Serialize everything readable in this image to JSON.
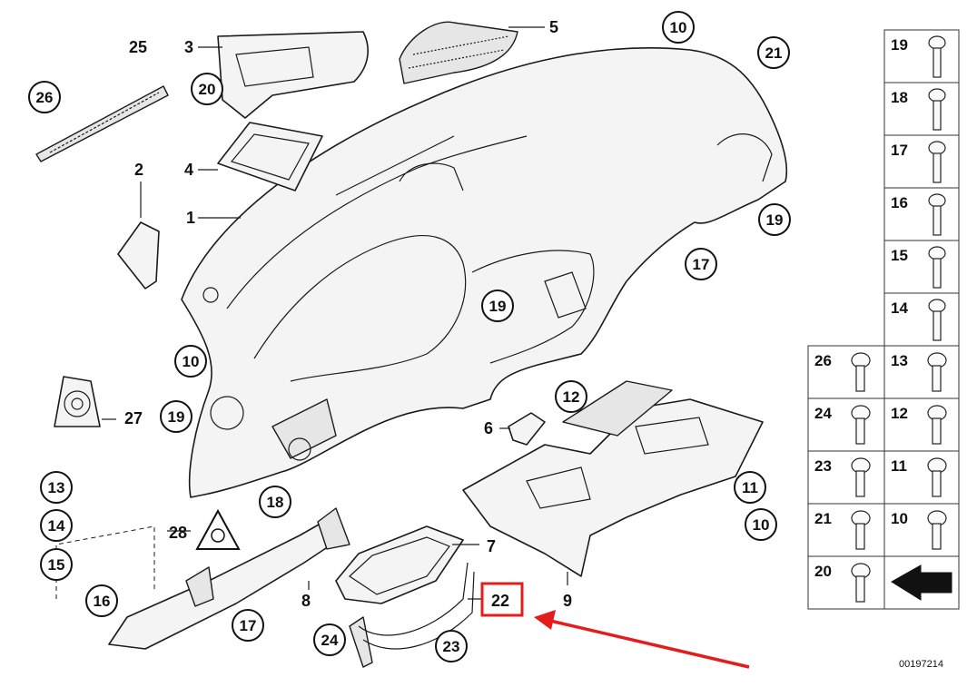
{
  "diagram": {
    "reference_number": "00197214",
    "highlight_color": "#e51c1c",
    "callouts": [
      {
        "id": "c1",
        "text": "1",
        "circled": false
      },
      {
        "id": "c2",
        "text": "2",
        "circled": false
      },
      {
        "id": "c3",
        "text": "3",
        "circled": false
      },
      {
        "id": "c4",
        "text": "4",
        "circled": false
      },
      {
        "id": "c5",
        "text": "5",
        "circled": false
      },
      {
        "id": "c6",
        "text": "6",
        "circled": false
      },
      {
        "id": "c7",
        "text": "7",
        "circled": false
      },
      {
        "id": "c8",
        "text": "8",
        "circled": false
      },
      {
        "id": "c9",
        "text": "9",
        "circled": false
      },
      {
        "id": "c22",
        "text": "22",
        "circled": false
      },
      {
        "id": "c25",
        "text": "25",
        "circled": false
      },
      {
        "id": "c27",
        "text": "27",
        "circled": false
      },
      {
        "id": "c28",
        "text": "28",
        "circled": false
      },
      {
        "id": "c10a",
        "text": "10",
        "circled": true
      },
      {
        "id": "c21",
        "text": "21",
        "circled": true
      },
      {
        "id": "c26",
        "text": "26",
        "circled": true
      },
      {
        "id": "c20",
        "text": "20",
        "circled": true
      },
      {
        "id": "c19a",
        "text": "19",
        "circled": true
      },
      {
        "id": "c17a",
        "text": "17",
        "circled": true
      },
      {
        "id": "c19b",
        "text": "19",
        "circled": true
      },
      {
        "id": "c10b",
        "text": "10",
        "circled": true
      },
      {
        "id": "c19c",
        "text": "19",
        "circled": true
      },
      {
        "id": "c12",
        "text": "12",
        "circled": true
      },
      {
        "id": "c13",
        "text": "13",
        "circled": true
      },
      {
        "id": "c14",
        "text": "14",
        "circled": true
      },
      {
        "id": "c15",
        "text": "15",
        "circled": true
      },
      {
        "id": "c18",
        "text": "18",
        "circled": true
      },
      {
        "id": "c11",
        "text": "11",
        "circled": true
      },
      {
        "id": "c10c",
        "text": "10",
        "circled": true
      },
      {
        "id": "c16",
        "text": "16",
        "circled": true
      },
      {
        "id": "c17b",
        "text": "17",
        "circled": true
      },
      {
        "id": "c24",
        "text": "24",
        "circled": true
      },
      {
        "id": "c23",
        "text": "23",
        "circled": true
      }
    ],
    "hardware_panel": {
      "single_column": [
        "19",
        "18",
        "17",
        "16",
        "15",
        "14"
      ],
      "double_column": [
        [
          "26",
          "13"
        ],
        [
          "24",
          "12"
        ],
        [
          "23",
          "11"
        ],
        [
          "21",
          "10"
        ],
        [
          "20",
          ""
        ]
      ]
    },
    "highlighted_part": "22"
  }
}
